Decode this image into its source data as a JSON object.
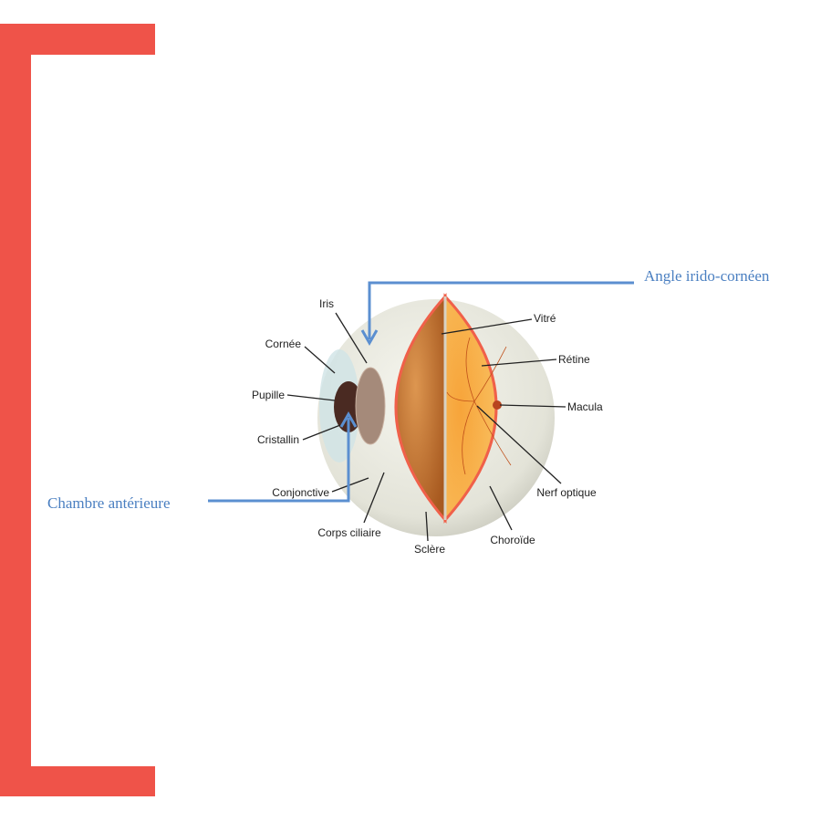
{
  "colors": {
    "bracket": "#ef5349",
    "callout": "#5b8fd0",
    "sclera": "#e8e8df",
    "retina": "#f39a2a",
    "vitreous": "#c9772f",
    "choroid_line": "#f0604a"
  },
  "callouts": {
    "angle": "Angle irido-cornéen",
    "chamber": "Chambre antérieure"
  },
  "labels": {
    "iris": "Iris",
    "cornee": "Cornée",
    "pupille": "Pupille",
    "cristallin": "Cristallin",
    "conjonctive": "Conjonctive",
    "corps_ciliaire": "Corps ciliaire",
    "sclere": "Sclère",
    "choroide": "Choroïde",
    "nerf_optique": "Nerf optique",
    "macula": "Macula",
    "retine": "Rétine",
    "vitre": "Vitré"
  }
}
